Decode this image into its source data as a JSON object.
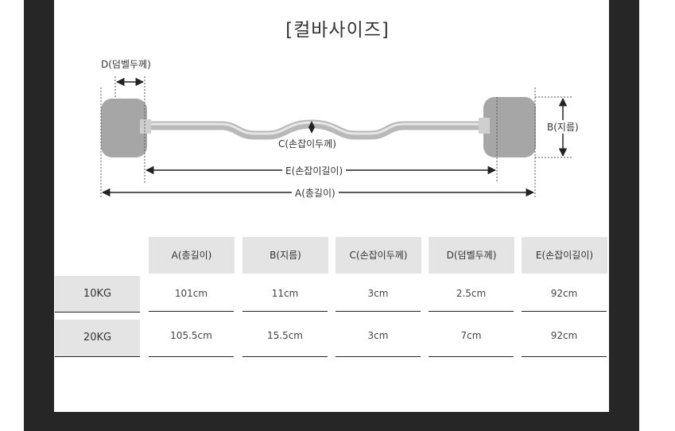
{
  "title": "[컬바사이즈]",
  "diagram": {
    "label_d": "D(덤벨두께)",
    "label_b": "B(지름)",
    "label_c": "C(손잡이두께)",
    "label_e": "E(손잡이길이)",
    "label_a": "A(총길이)"
  },
  "table": {
    "headers": [
      "A(총길이)",
      "B(지름)",
      "C(손잡이두께)",
      "D(덤벨두께)",
      "E(손잡이길이)"
    ],
    "rows": [
      {
        "label": "10KG",
        "values": [
          "101cm",
          "11cm",
          "3cm",
          "2.5cm",
          "92cm"
        ]
      },
      {
        "label": "20KG",
        "values": [
          "105.5cm",
          "15.5cm",
          "3cm",
          "7cm",
          "92cm"
        ]
      }
    ]
  }
}
